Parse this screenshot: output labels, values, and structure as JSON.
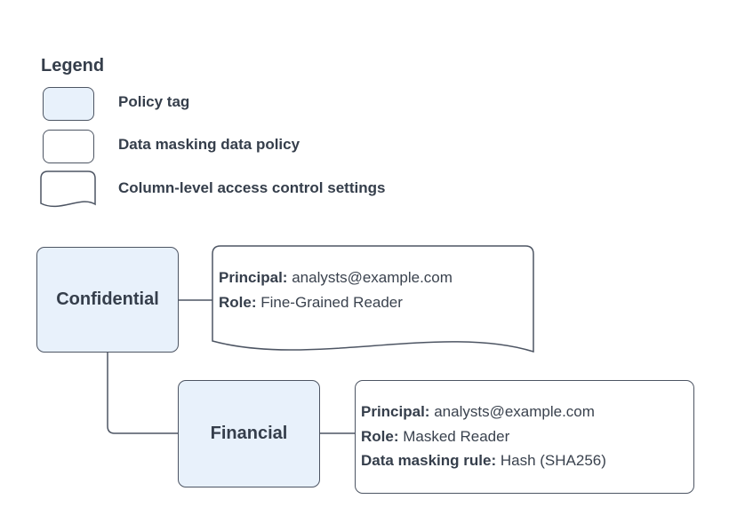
{
  "legend": {
    "title": "Legend",
    "items": [
      {
        "shape": "policy-tag-swatch",
        "label": "Policy tag"
      },
      {
        "shape": "data-masking-policy-swatch",
        "label": "Data masking data policy"
      },
      {
        "shape": "column-access-settings-swatch",
        "label": "Column-level access control settings"
      }
    ]
  },
  "diagram": {
    "nodes": {
      "confidential": {
        "type": "policy-tag",
        "label": "Confidential"
      },
      "financial": {
        "type": "policy-tag",
        "label": "Financial"
      },
      "acl_settings": {
        "type": "column-level-access-control-settings",
        "lines": [
          {
            "label": "Principal:",
            "value": "analysts@example.com"
          },
          {
            "label": "Role:",
            "value": "Fine-Grained Reader"
          }
        ]
      },
      "masking_policy": {
        "type": "data-masking-data-policy",
        "lines": [
          {
            "label": "Principal:",
            "value": "analysts@example.com"
          },
          {
            "label": "Role:",
            "value": "Masked Reader"
          },
          {
            "label": "Data masking rule:",
            "value": "Hash (SHA256)"
          }
        ]
      }
    },
    "edges": [
      {
        "from": "confidential",
        "to": "acl_settings"
      },
      {
        "from": "confidential",
        "to": "financial"
      },
      {
        "from": "financial",
        "to": "masking_policy"
      }
    ]
  },
  "colors": {
    "policy_tag_fill": "#e8f1fb",
    "node_border": "#4d5563",
    "text": "#3a424e",
    "background": "#ffffff"
  }
}
